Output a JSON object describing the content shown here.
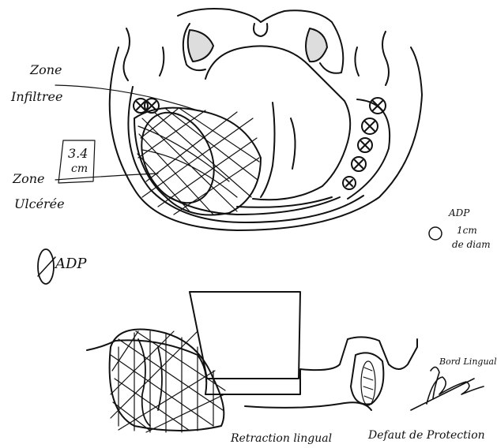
{
  "upper_view": {
    "label_zone_infiltree": [
      "Zone",
      "Infiltree"
    ],
    "label_size": [
      "3.4",
      "cm"
    ],
    "label_zone_ulceree": [
      "Zone",
      "Ulcérée"
    ],
    "label_adp_absent": "ADP",
    "adp_note": [
      "ADP",
      "1cm",
      "de diam"
    ]
  },
  "lower_view": {
    "label_bord_lingual": "Bord Lingual",
    "caption_left": "Retraction lingual",
    "caption_right": "Defaut de Protection"
  },
  "colors": {
    "ink": "#111111",
    "paper": "#ffffff"
  }
}
